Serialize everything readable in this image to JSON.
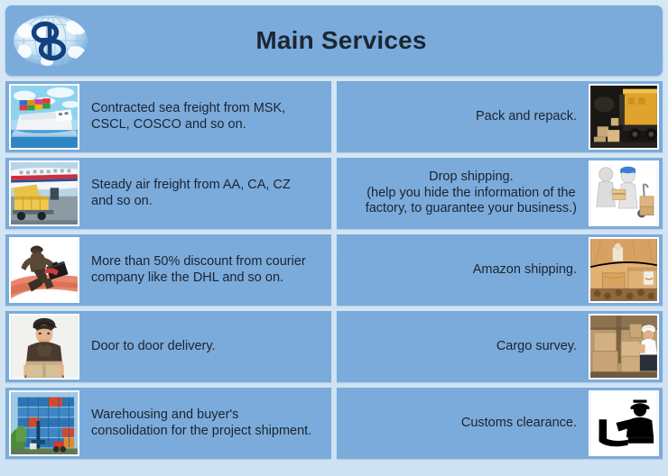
{
  "header": {
    "title": "Main Services",
    "logo_name": "company-globe-sb-logo"
  },
  "services": [
    {
      "id": "sea-freight",
      "side": "left",
      "text": "Contracted sea freight from MSK,\nCSCL, COSCO and so on.",
      "image_name": "container-ship-photo",
      "align": "left"
    },
    {
      "id": "pack-and-repack",
      "side": "right",
      "text": "Pack and repack.",
      "image_name": "truck-loading-dock-photo",
      "align": "right"
    },
    {
      "id": "air-freight",
      "side": "left",
      "text": "Steady air freight from AA, CA, CZ\nand so on.",
      "image_name": "air-cargo-loading-photo",
      "align": "left"
    },
    {
      "id": "drop-shipping",
      "side": "right",
      "text": "Drop shipping.\n(help you hide the information of the\nfactory, to guarantee your business.)",
      "image_name": "parcel-handover-figures-photo",
      "align": "center"
    },
    {
      "id": "courier-discount",
      "side": "left",
      "text": "More than 50% discount from courier\ncompany like the DHL and so on.",
      "image_name": "running-courier-photo",
      "align": "left"
    },
    {
      "id": "amazon-shipping",
      "side": "right",
      "text": "Amazon shipping.",
      "image_name": "amazon-warehouse-boxes-photo",
      "align": "right"
    },
    {
      "id": "door-to-door-delivery",
      "side": "left",
      "text": "Door to door delivery.",
      "image_name": "delivery-man-with-box-photo",
      "align": "left"
    },
    {
      "id": "cargo-survey",
      "side": "right",
      "text": "Cargo survey.",
      "image_name": "cargo-inspector-photo",
      "align": "right"
    },
    {
      "id": "warehousing-consolidation",
      "side": "left",
      "text": "Warehousing and buyer's\nconsolidation for the project shipment.",
      "image_name": "stacked-containers-photo",
      "align": "left"
    },
    {
      "id": "customs-clearance",
      "side": "right",
      "text": "Customs clearance.",
      "image_name": "customs-officer-pictogram-icon",
      "align": "right"
    }
  ],
  "colors": {
    "page_background": "#cfe2f2",
    "cell_background": "#7babdb",
    "divider": "#d8e8f5",
    "text": "#1b2430",
    "logo_navy": "#12427e"
  }
}
